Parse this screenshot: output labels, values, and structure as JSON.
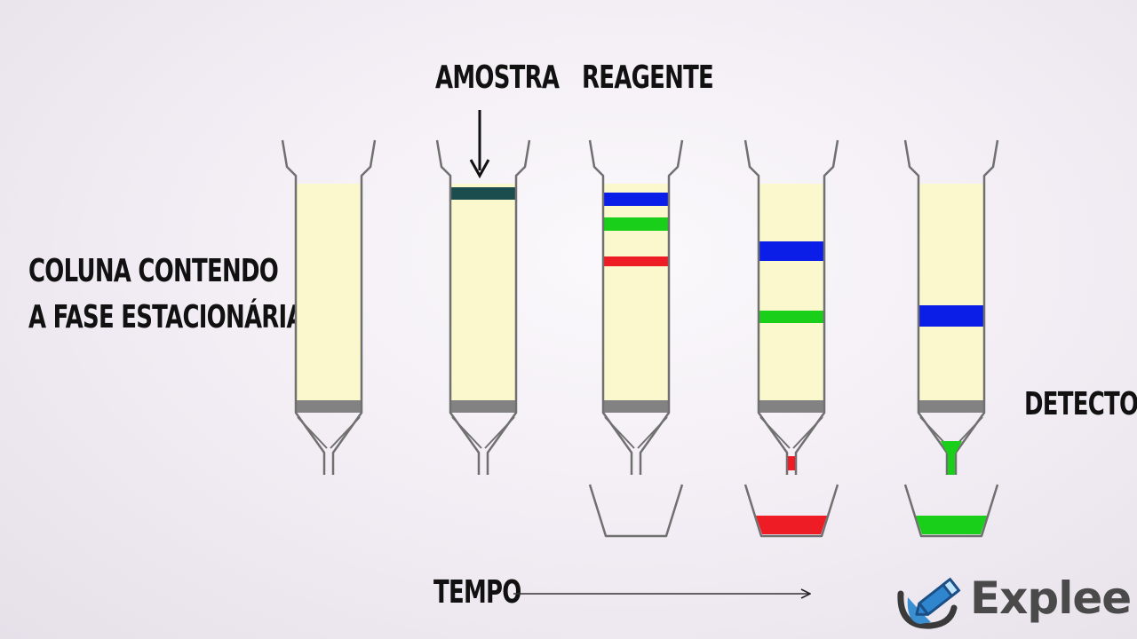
{
  "labels": {
    "amostra": "AMOSTRA",
    "reagente": "REAGENTE",
    "coluna_line1": "COLUNA CONTENDO",
    "coluna_line2": "A FASE ESTACIONÁRIA",
    "detector": "DETECTOR",
    "tempo": "TEMPO"
  },
  "logo": {
    "text": "Explee",
    "tm": "™",
    "icon": "pencil-brush-icon"
  },
  "colors": {
    "stationary_phase": "#fbf8cd",
    "column_outline": "#707070",
    "frit": "#828282",
    "sample_band": "#1b4d4f",
    "blue": "#0b1ee8",
    "green": "#19cf19",
    "red": "#ee1c24"
  },
  "columns": [
    {
      "stage": 1,
      "bands": [],
      "eluate": null
    },
    {
      "stage": 2,
      "bands": [
        "sample"
      ],
      "eluate": null
    },
    {
      "stage": 3,
      "bands": [
        "blue",
        "green",
        "red"
      ],
      "eluate": "empty"
    },
    {
      "stage": 4,
      "bands": [
        "blue",
        "green"
      ],
      "eluate": "red"
    },
    {
      "stage": 5,
      "bands": [
        "blue"
      ],
      "eluate": "green"
    }
  ]
}
